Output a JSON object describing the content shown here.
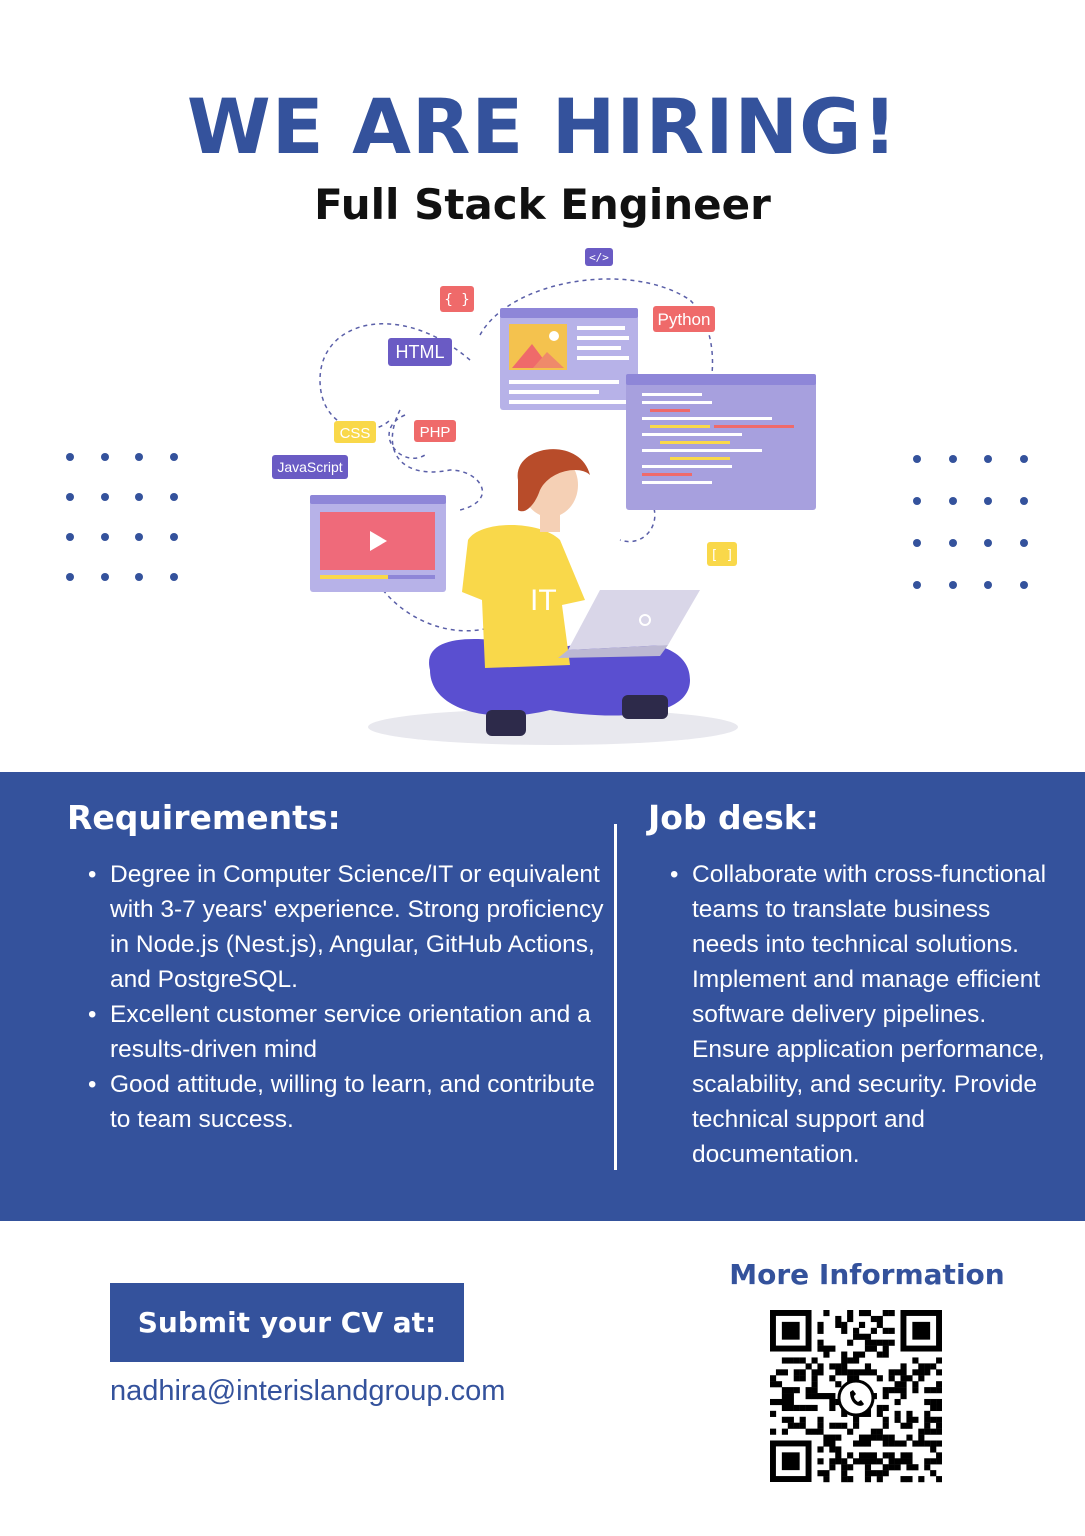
{
  "header": {
    "headline": "WE ARE HIRING!",
    "position_title": "Full Stack Engineer"
  },
  "illustration": {
    "tags": [
      "</>",
      "{ }",
      "HTML",
      "Python",
      "CSS",
      "PHP",
      "JavaScript",
      "[ ]"
    ],
    "shirt_text": "IT",
    "icons": [
      "image-window-icon",
      "code-window-icon",
      "video-player-icon",
      "laptop-icon",
      "developer-person-icon"
    ]
  },
  "requirements": {
    "title": "Requirements:",
    "items": [
      "Degree in Computer Science/IT or equivalent with 3-7 years' experience. Strong proficiency in Node.js (Nest.js), Angular, GitHub Actions, and PostgreSQL.",
      "Excellent customer service orientation and a results-driven mind",
      "Good attitude, willing to learn, and contribute to team success."
    ]
  },
  "job_desk": {
    "title": "Job desk:",
    "items": [
      "Collaborate with cross-functional teams to translate business needs into technical solutions. Implement and manage efficient software delivery pipelines. Ensure application performance, scalability, and security. Provide technical support and documentation."
    ]
  },
  "contact": {
    "submit_label": "Submit your CV at:",
    "email": "nadhira@interislandgroup.com",
    "more_info_label": "More Information"
  },
  "colors": {
    "brand_blue": "#34529c",
    "accent_purple": "#6a5bc4",
    "accent_red": "#ef6a6a",
    "accent_yellow": "#f9d84a"
  }
}
